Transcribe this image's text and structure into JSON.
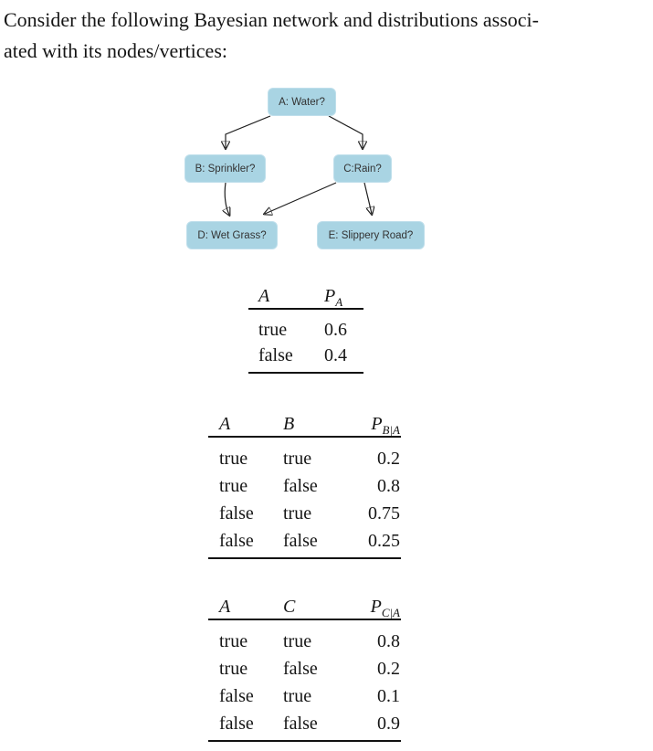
{
  "heading": {
    "line1": "Consider the following Bayesian network and distributions associ-",
    "line2": "ated with its nodes/vertices:"
  },
  "diagram": {
    "nodes": [
      {
        "id": "A",
        "label": "A: Water?"
      },
      {
        "id": "B",
        "label": "B: Sprinkler?"
      },
      {
        "id": "C",
        "label": "C:Rain?"
      },
      {
        "id": "D",
        "label": "D: Wet Grass?"
      },
      {
        "id": "E",
        "label": "E: Slippery Road?"
      }
    ],
    "edges": [
      {
        "from": "A",
        "to": "B"
      },
      {
        "from": "A",
        "to": "C"
      },
      {
        "from": "B",
        "to": "D"
      },
      {
        "from": "C",
        "to": "D"
      },
      {
        "from": "C",
        "to": "E"
      }
    ],
    "colors": {
      "node_fill": "#a9d4e3",
      "node_border": "#bfdfeb",
      "node_text": "#333333",
      "arrow": "#1f1f1f"
    }
  },
  "tables": [
    {
      "headers": [
        {
          "t": "A",
          "sub": ""
        },
        {
          "t": "P",
          "sub": "A"
        }
      ],
      "rows": [
        [
          "true",
          "0.6"
        ],
        [
          "false",
          "0.4"
        ]
      ]
    },
    {
      "headers": [
        {
          "t": "A",
          "sub": ""
        },
        {
          "t": "B",
          "sub": ""
        },
        {
          "t": "P",
          "sub": "B|A"
        }
      ],
      "rows": [
        [
          "true",
          "true",
          "0.2"
        ],
        [
          "true",
          "false",
          "0.8"
        ],
        [
          "false",
          "true",
          "0.75"
        ],
        [
          "false",
          "false",
          "0.25"
        ]
      ]
    },
    {
      "headers": [
        {
          "t": "A",
          "sub": ""
        },
        {
          "t": "C",
          "sub": ""
        },
        {
          "t": "P",
          "sub": "C|A"
        }
      ],
      "rows": [
        [
          "true",
          "true",
          "0.8"
        ],
        [
          "true",
          "false",
          "0.2"
        ],
        [
          "false",
          "true",
          "0.1"
        ],
        [
          "false",
          "false",
          "0.9"
        ]
      ]
    }
  ]
}
